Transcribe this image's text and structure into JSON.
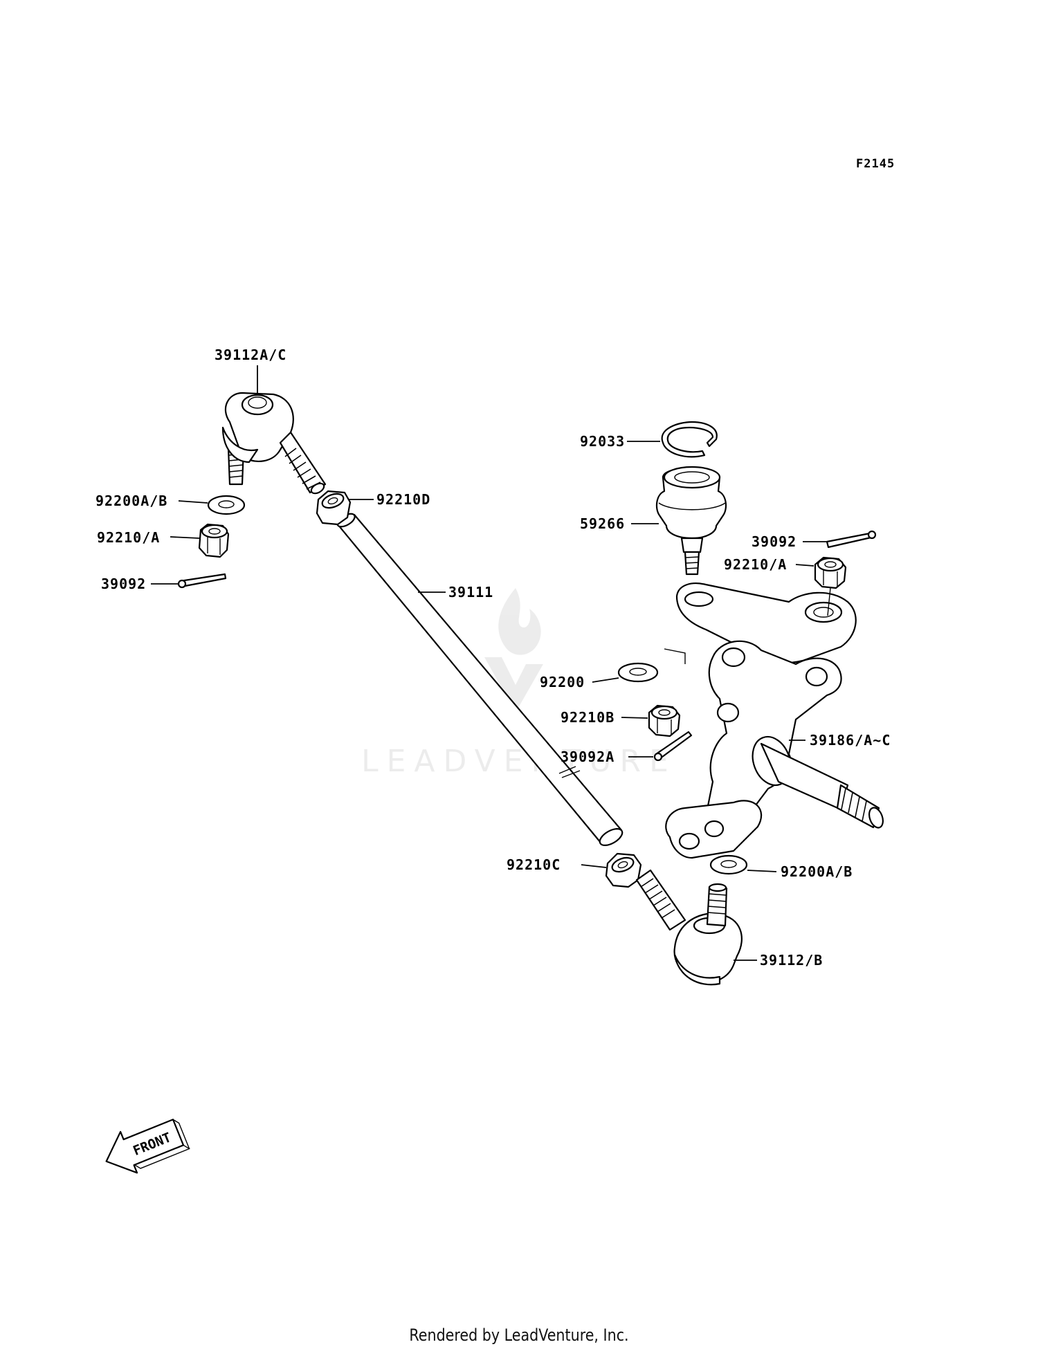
{
  "diagram_id": "F2145",
  "watermark": "LEADVENTURE",
  "front_label": "FRONT",
  "footer": "Rendered by LeadVenture, Inc.",
  "labels": {
    "tie_rod_end_top": "39112A/C",
    "washer_left": "92200A/B",
    "nut_left": "92210/A",
    "cotter_left": "39092",
    "locknut_top": "92210D",
    "tie_rod": "39111",
    "circlip": "92033",
    "ball_joint": "59266",
    "cotter_right": "39092",
    "nut_right": "92210/A",
    "washer_mid": "92200",
    "nut_mid": "92210B",
    "cotter_mid": "39092A",
    "knuckle": "39186/A~C",
    "locknut_bottom": "92210C",
    "washer_right": "92200A/B",
    "tie_rod_end_bottom": "39112/B"
  }
}
